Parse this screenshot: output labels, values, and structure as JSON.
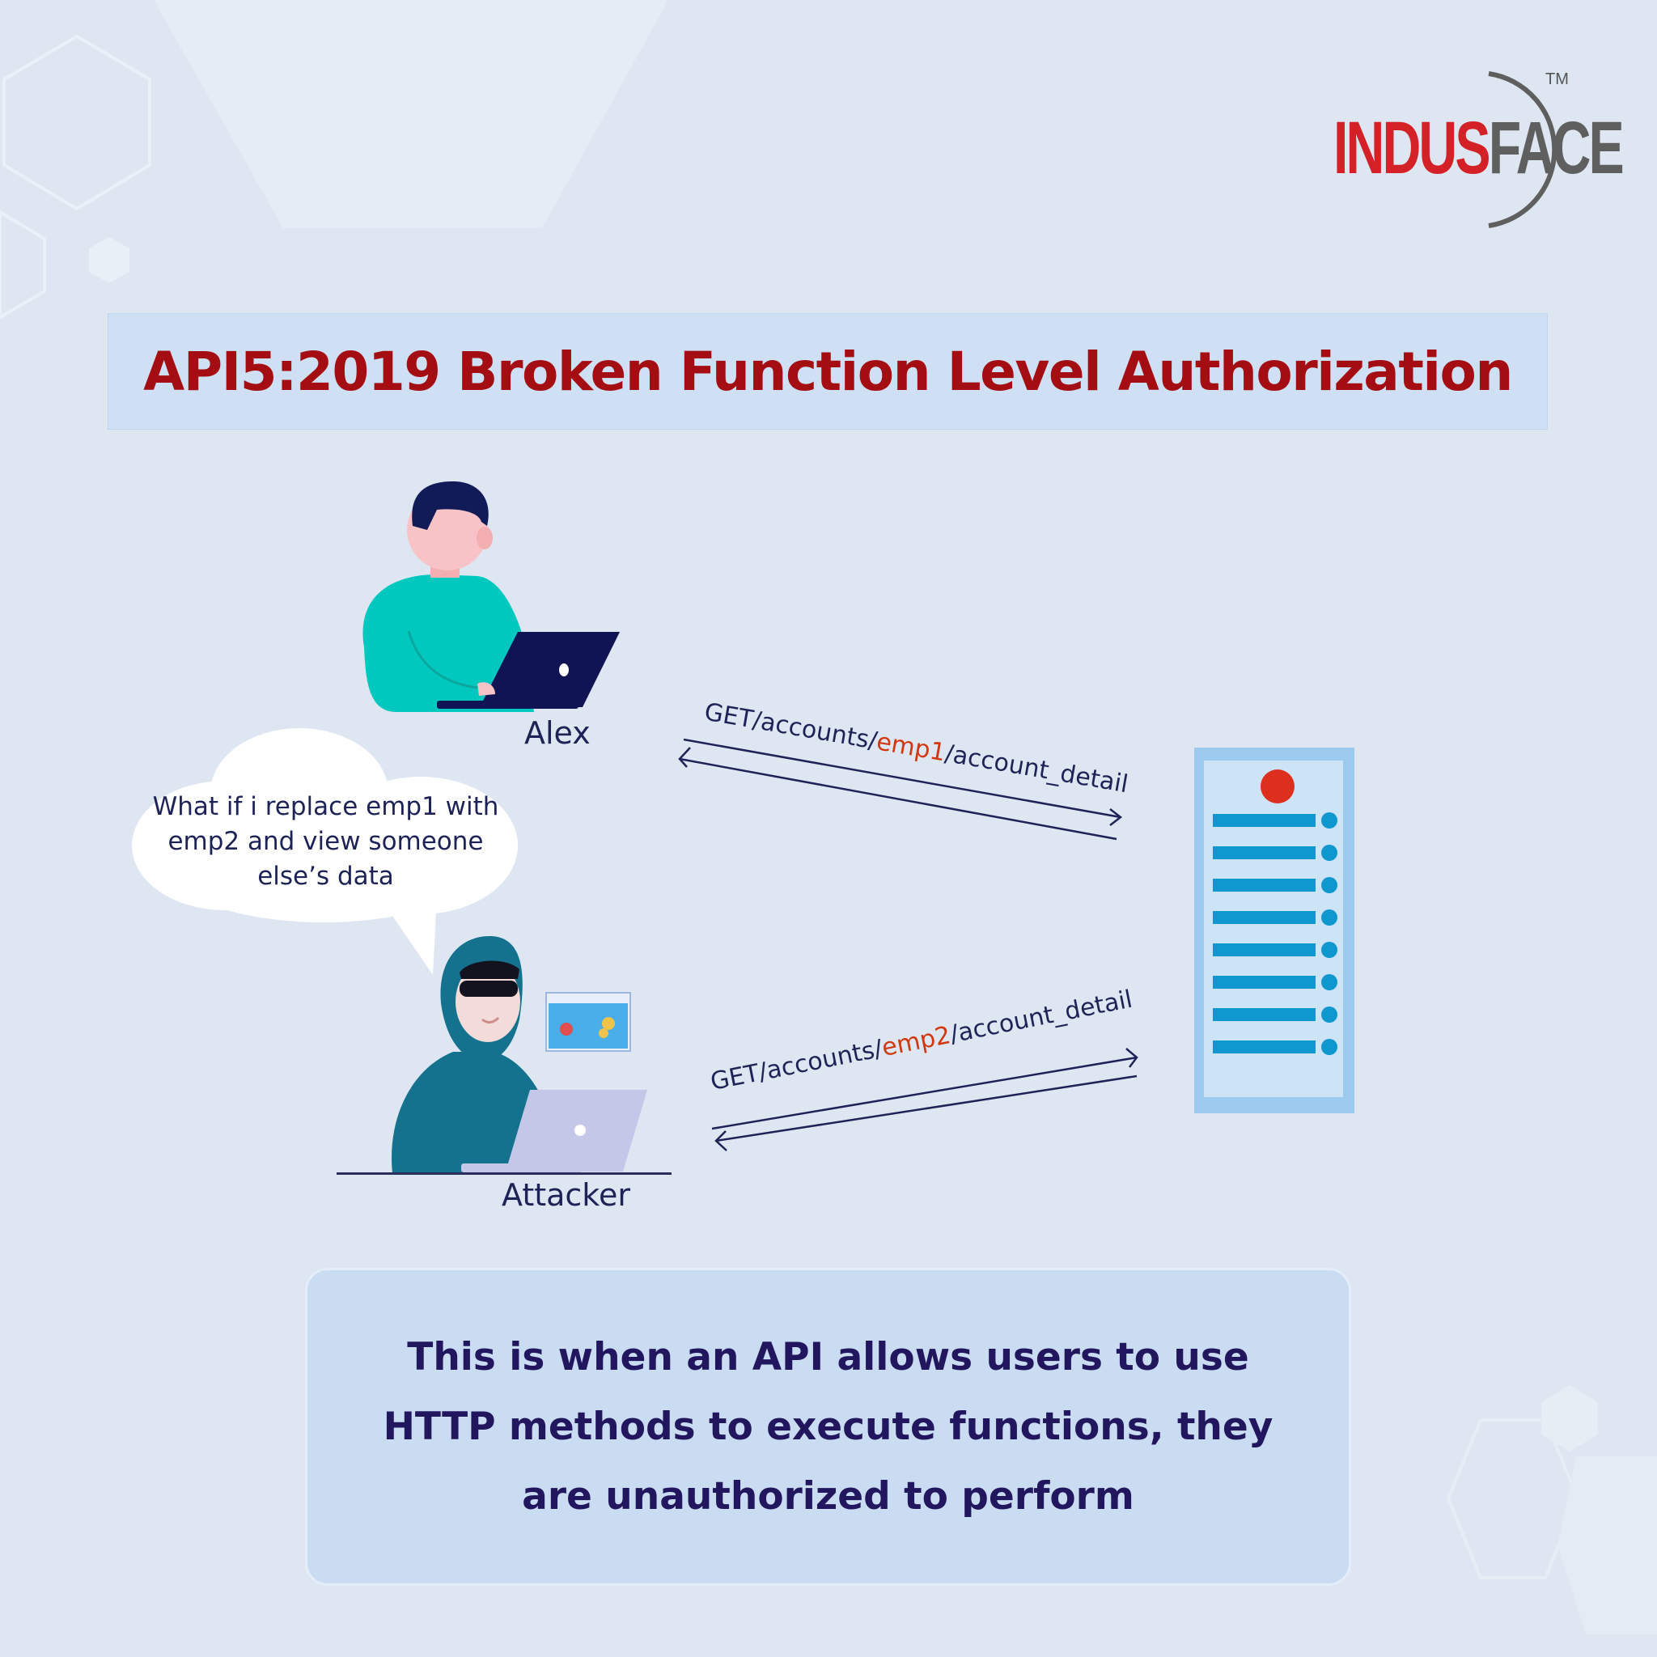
{
  "logo": {
    "brand_part1": "INDUS",
    "brand_part2": "FACE",
    "trademark": "TM"
  },
  "title": "API5:2019 Broken Function Level Authorization",
  "diagram": {
    "user_label": "Alex",
    "attacker_label": "Attacker",
    "thought_bubble": "What if i replace emp1 with emp2 and view someone else’s data",
    "request_user": {
      "prefix": "GET/accounts/",
      "id": "emp1",
      "suffix": "/account_detail"
    },
    "request_attacker": {
      "prefix": "GET/accounts/",
      "id": "emp2",
      "suffix": "/account_detail"
    },
    "server_rows": 8
  },
  "description": "This is when an API allows users to use HTTP methods to execute functions, they are unauthorized to perform",
  "colors": {
    "background": "#dde6f1",
    "title": "#a40e12",
    "text_dark": "#1e2357",
    "highlight": "#d2380f",
    "brand_red": "#d42027",
    "brand_gray": "#5f5f5f",
    "server_bar": "#0f98cf",
    "server_light": "#bfdcf2",
    "server_light_border": "#88c2ea"
  }
}
